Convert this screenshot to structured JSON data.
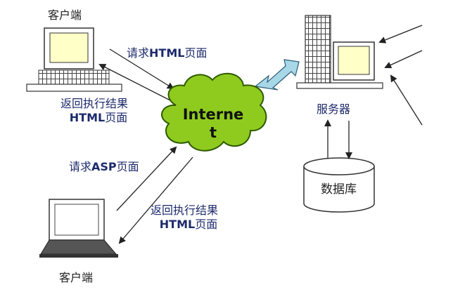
{
  "client_top": {
    "label": "客户端"
  },
  "client_bottom": {
    "label": "客户端"
  },
  "server": {
    "label": "服务器"
  },
  "database": {
    "label": "数据库"
  },
  "internet": {
    "line1": "Interne",
    "line2": "t"
  },
  "arrows": {
    "request_html": {
      "prefix": "请求",
      "bold": "HTML",
      "suffix": "页面"
    },
    "return_top": {
      "line1": "返回执行结果",
      "bold": "HTML",
      "suffix": "页面"
    },
    "request_asp": {
      "prefix": "请求",
      "bold": "ASP",
      "suffix": "页面"
    },
    "return_bottom": {
      "line1": "返回执行结果",
      "bold": "HTML",
      "suffix": "页面"
    }
  },
  "colors": {
    "cloud_fill": "#8ecb1e",
    "cloud_stroke": "#2f5a00",
    "screen_fill": "#ffffc8",
    "double_arrow_fill": "#a8d8e8",
    "label_blue": "#1c2a6b"
  }
}
